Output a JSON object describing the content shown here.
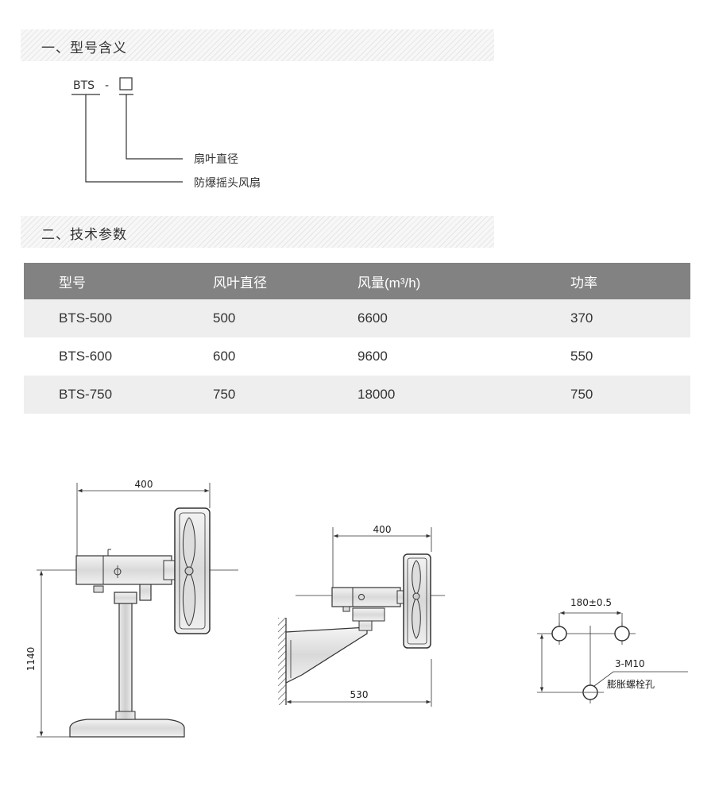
{
  "section1": {
    "title": "一、型号含义"
  },
  "model_code": {
    "prefix": "BTS",
    "dash": "-",
    "label_diameter": "扇叶直径",
    "label_type": "防爆摇头风扇"
  },
  "section2": {
    "title": "二、技术参数"
  },
  "table": {
    "headers": [
      "型号",
      "风叶直径",
      "风量(m³/h)",
      "功率"
    ],
    "rows": [
      [
        "BTS-500",
        "500",
        "6600",
        "370"
      ],
      [
        "BTS-600",
        "600",
        "9600",
        "550"
      ],
      [
        "BTS-750",
        "750",
        "18000",
        "750"
      ]
    ]
  },
  "drawings": {
    "floor": {
      "width_dim": "400",
      "height_dim": "1140"
    },
    "wall": {
      "width_dim": "400",
      "arm_dim": "530"
    },
    "holes": {
      "spacing_dim": "180±0.5",
      "bolt_spec": "3-M10",
      "hole_label": "膨胀螺栓孔"
    }
  }
}
